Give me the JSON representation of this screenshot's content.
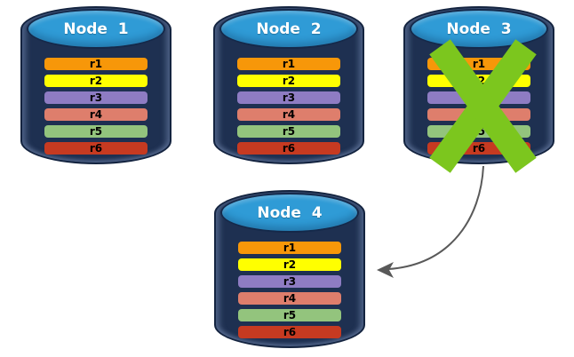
{
  "diagram": {
    "type": "database-replication",
    "background": "#FFFFFF"
  },
  "colors": {
    "cylinder_body": "#1E3051",
    "cylinder_outline": "#142440",
    "cylinder_top": "#2F9BD6",
    "title_text": "#FFFFFF",
    "bar_text": "#000000",
    "x_mark": "#7CC61E",
    "arrow": "#595959"
  },
  "nodes": [
    {
      "title": "Node  1",
      "failed": false,
      "bars": [
        {
          "label": "r1",
          "color": "#F79709"
        },
        {
          "label": "r2",
          "color": "#FFFF00"
        },
        {
          "label": "r3",
          "color": "#8E7CC3"
        },
        {
          "label": "r4",
          "color": "#DE7E6C"
        },
        {
          "label": "r5",
          "color": "#93C47D"
        },
        {
          "label": "r6",
          "color": "#C63A21"
        }
      ]
    },
    {
      "title": "Node  2",
      "failed": false,
      "bars": [
        {
          "label": "r1",
          "color": "#F79709"
        },
        {
          "label": "r2",
          "color": "#FFFF00"
        },
        {
          "label": "r3",
          "color": "#8E7CC3"
        },
        {
          "label": "r4",
          "color": "#DE7E6C"
        },
        {
          "label": "r5",
          "color": "#93C47D"
        },
        {
          "label": "r6",
          "color": "#C63A21"
        }
      ]
    },
    {
      "title": "Node  3",
      "failed": true,
      "bars": [
        {
          "label": "r1",
          "color": "#F79709"
        },
        {
          "label": "r2",
          "color": "#FFFF00"
        },
        {
          "label": "r3",
          "color": "#8E7CC3"
        },
        {
          "label": "r4",
          "color": "#DE7E6C"
        },
        {
          "label": "r5",
          "color": "#93C47D"
        },
        {
          "label": "r6",
          "color": "#C63A21"
        }
      ]
    },
    {
      "title": "Node  4",
      "failed": false,
      "bars": [
        {
          "label": "r1",
          "color": "#F79709"
        },
        {
          "label": "r2",
          "color": "#FFFF00"
        },
        {
          "label": "r3",
          "color": "#8E7CC3"
        },
        {
          "label": "r4",
          "color": "#DE7E6C"
        },
        {
          "label": "r5",
          "color": "#93C47D"
        },
        {
          "label": "r6",
          "color": "#C63A21"
        }
      ]
    }
  ],
  "arrow": {
    "from": "Node 3",
    "to": "Node 4"
  }
}
